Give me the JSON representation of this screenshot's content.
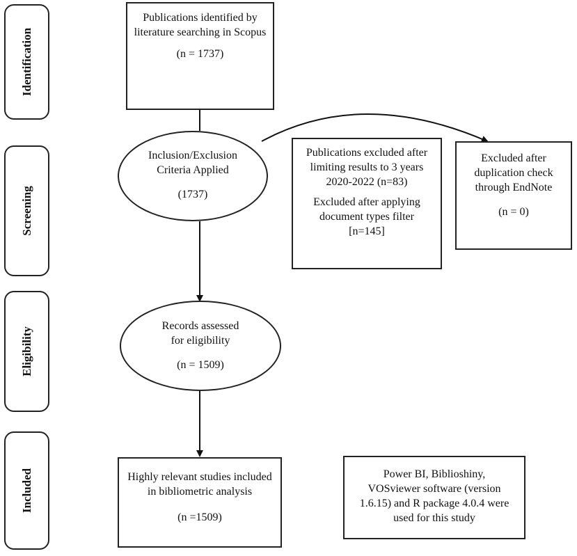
{
  "phases": {
    "identification": "Identification",
    "screening": "Screening",
    "eligibility": "Eligibility",
    "included": "Included"
  },
  "identified": {
    "line1": "Publications identified by",
    "line2": "literature searching in Scopus",
    "count": "(n = 1737)"
  },
  "criteria": {
    "line1": "Inclusion/Exclusion",
    "line2": "Criteria Applied",
    "count": "(1737)"
  },
  "excluded_filters": {
    "line1": "Publications excluded after",
    "line2": "limiting results to 3 years",
    "line3": "2020-2022 (n=83)",
    "line4": "Excluded after applying",
    "line5": "document types filter",
    "line6": "[n=145]"
  },
  "excluded_duplicates": {
    "line1": "Excluded after",
    "line2": "duplication check",
    "line3": "through EndNote",
    "count": "(n = 0)"
  },
  "eligibility": {
    "line1": "Records assessed",
    "line2": "for eligibility",
    "count": "(n = 1509)"
  },
  "included": {
    "line1": "Highly relevant studies included",
    "line2": "in bibliometric analysis",
    "count": "(n =1509)"
  },
  "software": {
    "line1": "Power BI, Biblioshiny,",
    "line2": "VOSviewer software (version",
    "line3": "1.6.15) and R package 4.0.4 were",
    "line4": "used for this study"
  }
}
